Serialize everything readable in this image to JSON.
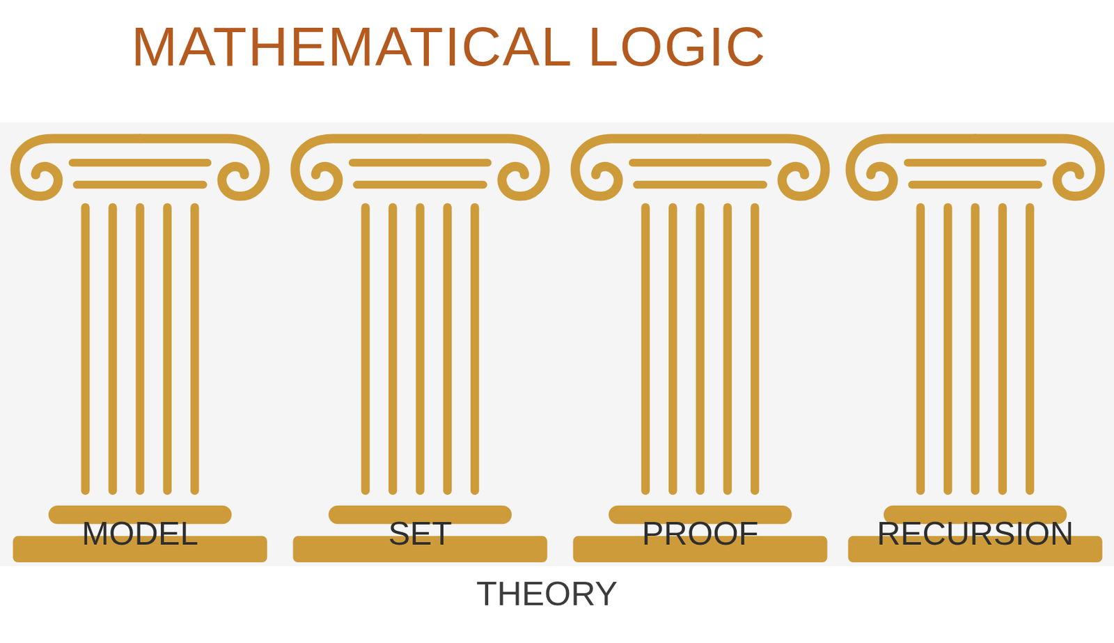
{
  "diagram": {
    "title": "MATHEMATICAL LOGIC",
    "nodes": [
      {
        "text": [
          "MODEL"
        ]
      },
      {
        "text": [
          "SET"
        ]
      },
      {
        "text": [
          "PROOF"
        ]
      },
      {
        "text": [
          "RECURSION"
        ]
      }
    ],
    "labels": [
      "THEORY"
    ]
  }
}
